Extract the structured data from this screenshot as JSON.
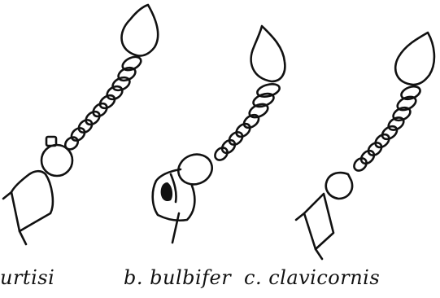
{
  "figure": {
    "labels": {
      "a": "urtisi",
      "b": "b. bulbifer",
      "c": "c. clavicornis"
    }
  }
}
